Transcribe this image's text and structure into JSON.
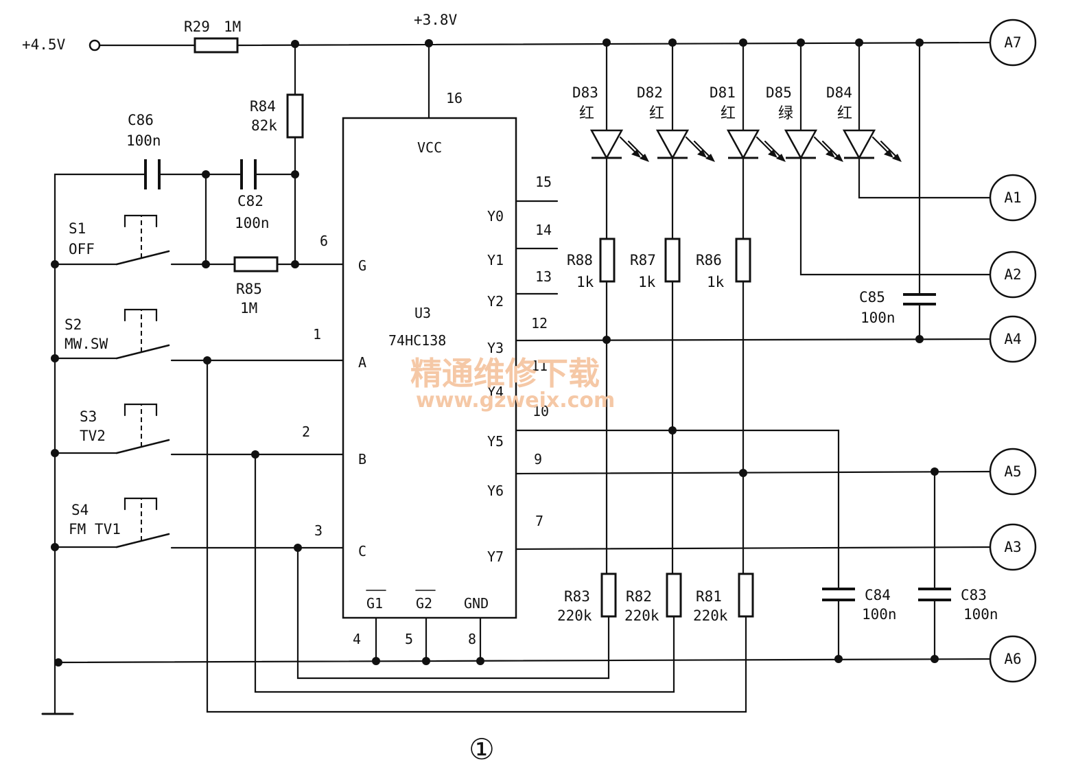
{
  "supply": {
    "in": "+4.5V",
    "rail": "+3.8V"
  },
  "ic": {
    "ref": "U3",
    "part": "74HC138",
    "vcc": "VCC",
    "gnd": "GND",
    "g": "G",
    "g1": "G1",
    "g2": "G2",
    "a": "A",
    "b": "B",
    "c": "C",
    "outputs": [
      "Y0",
      "Y1",
      "Y2",
      "Y3",
      "Y4",
      "Y5",
      "Y6",
      "Y7"
    ],
    "pins": {
      "vcc": "16",
      "g": "6",
      "a": "1",
      "b": "2",
      "c": "3",
      "g1": "4",
      "g2": "5",
      "gnd": "8",
      "y0": "15",
      "y1": "14",
      "y2": "13",
      "y3": "12",
      "y4": "11",
      "y5": "10",
      "y6": "9",
      "y7": "7"
    }
  },
  "resistors": {
    "r29": {
      "ref": "R29",
      "value": "1M"
    },
    "r84": {
      "ref": "R84",
      "value": "82k"
    },
    "r85": {
      "ref": "R85",
      "value": "1M"
    },
    "r88": {
      "ref": "R88",
      "value": "1k"
    },
    "r87": {
      "ref": "R87",
      "value": "1k"
    },
    "r86": {
      "ref": "R86",
      "value": "1k"
    },
    "r83": {
      "ref": "R83",
      "value": "220k"
    },
    "r82": {
      "ref": "R82",
      "value": "220k"
    },
    "r81": {
      "ref": "R81",
      "value": "220k"
    }
  },
  "capacitors": {
    "c86": {
      "ref": "C86",
      "value": "100n"
    },
    "c82": {
      "ref": "C82",
      "value": "100n"
    },
    "c85": {
      "ref": "C85",
      "value": "100n"
    },
    "c84": {
      "ref": "C84",
      "value": "100n"
    },
    "c83": {
      "ref": "C83",
      "value": "100n"
    }
  },
  "leds": {
    "d83": {
      "ref": "D83",
      "color": "红"
    },
    "d82": {
      "ref": "D82",
      "color": "红"
    },
    "d81": {
      "ref": "D81",
      "color": "红"
    },
    "d85": {
      "ref": "D85",
      "color": "绿"
    },
    "d84": {
      "ref": "D84",
      "color": "红"
    }
  },
  "switches": {
    "s1": {
      "ref": "S1",
      "label": "OFF"
    },
    "s2": {
      "ref": "S2",
      "label": "MW.SW"
    },
    "s3": {
      "ref": "S3",
      "label": "TV2"
    },
    "s4": {
      "ref": "S4",
      "label": "FM TV1"
    }
  },
  "connectors": {
    "a7": "A7",
    "a1": "A1",
    "a2": "A2",
    "a4": "A4",
    "a5": "A5",
    "a3": "A3",
    "a6": "A6"
  },
  "watermark": {
    "cn": "精通维修下载",
    "url": "www.gzweix.com"
  },
  "figure_label": "①"
}
